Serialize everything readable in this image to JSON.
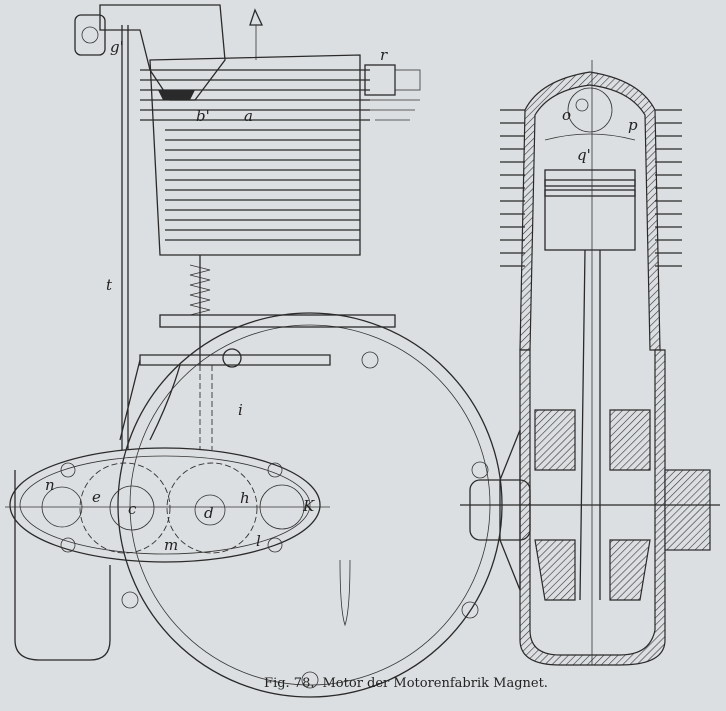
{
  "caption": {
    "figure": "Fig. 78.",
    "title": "Motor der Motorenfabrik Magnet."
  },
  "labels_side_view": {
    "g": "g'",
    "b": "b'",
    "a": "a",
    "r": "r",
    "t": "t",
    "i": "i",
    "n": "n",
    "e": "e",
    "c": "c",
    "d": "d",
    "h": "h",
    "k": "K",
    "m": "m",
    "l": "l"
  },
  "labels_section_view": {
    "o": "o",
    "p": "p",
    "q": "q'"
  },
  "colors": {
    "paper": "#dcdfe1",
    "ink": "#2a2a2a"
  }
}
